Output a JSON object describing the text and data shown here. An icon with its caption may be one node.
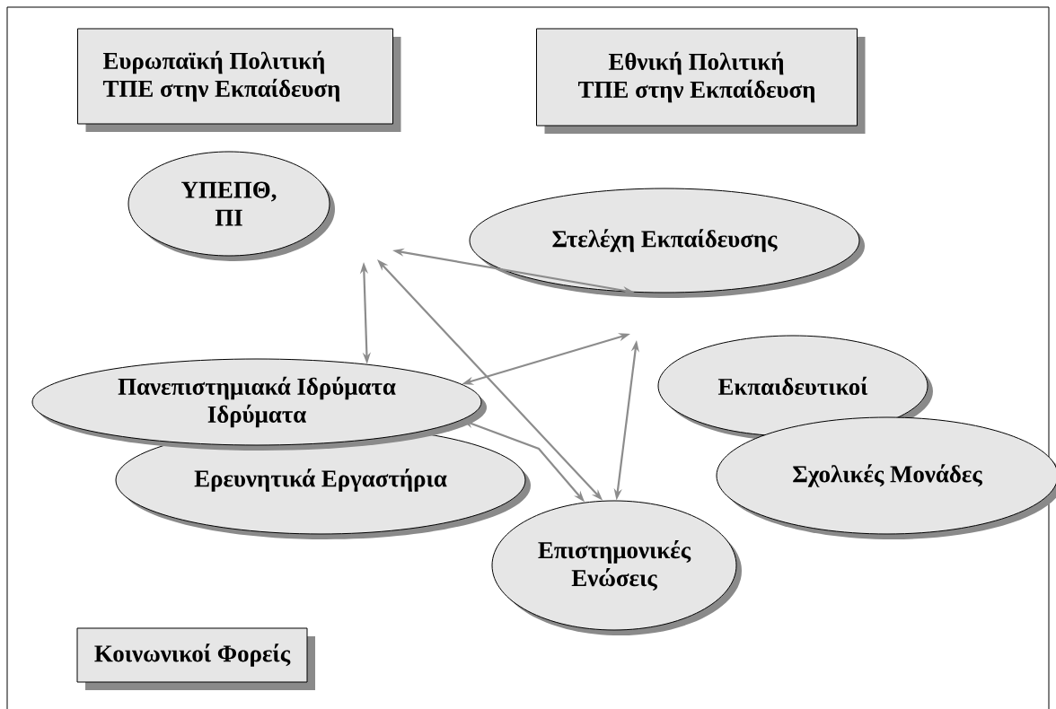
{
  "diagram": {
    "nodes": [
      {
        "text": [
          "Ευρωπαϊκή Πολιτική ΤΠΕ στην Εκπαίδευση"
        ]
      },
      {
        "text": [
          "Εθνική Πολιτική ΤΠΕ στην Εκπαίδευση"
        ]
      },
      {
        "text": [
          "ΥΠΕΠΘ, ΠΙ"
        ]
      },
      {
        "text": [
          "Στελέχη Εκπαίδευσης"
        ]
      },
      {
        "text": [
          "Εκπαιδευτικοί"
        ]
      },
      {
        "text": [
          "Πανεπιστημιακά Ιδρύματα Ιδρύματα"
        ]
      },
      {
        "text": [
          "Ερευνητικά Εργαστήρια"
        ]
      },
      {
        "text": [
          "Σχολικές Μονάδες"
        ]
      },
      {
        "text": [
          "Επιστημονικές Ενώσεις"
        ]
      },
      {
        "text": [
          "Κοινωνικοί Φορείς"
        ]
      }
    ],
    "edges": [
      {
        "from": null,
        "to": 5,
        "arrow": "both"
      },
      {
        "from": null,
        "to": 3,
        "arrow": "both"
      },
      {
        "from": null,
        "to": 8,
        "arrow": "both"
      },
      {
        "from": null,
        "to": 5,
        "arrow": "both"
      },
      {
        "from": null,
        "to": 8,
        "arrow": "both"
      },
      {
        "from": 5,
        "to": 8,
        "arrow": "both"
      }
    ]
  }
}
